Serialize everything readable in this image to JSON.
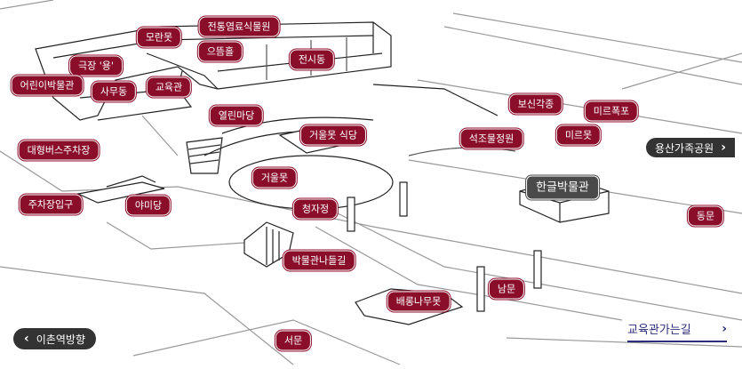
{
  "locations": {
    "moranmot": "모란못",
    "traditional_dye_garden": "전통염료식물원",
    "theater_yong": "극장 '용'",
    "eutteumteul": "으뜸홀",
    "exhibition_hall": "전시동",
    "childrens_museum": "어린이박물관",
    "office_building": "사무동",
    "education_hall": "교육관",
    "open_plaza": "열린마당",
    "mirror_pond_restaurant": "거울못 식당",
    "bosin_pavilion": "보신각종",
    "mir_waterfall": "미르폭포",
    "stone_garden": "석조물정원",
    "mir_pond": "미르못",
    "bus_parking": "대형버스주차장",
    "mirror_pond": "거울못",
    "parking_entrance": "주차장입구",
    "yamidang": "야미당",
    "cheongjajeong": "청자정",
    "hangeul_museum": "한글박물관",
    "east_gate": "동문",
    "museum_trail": "박물관나들길",
    "south_gate": "남문",
    "baerong_pond": "배롱나무못",
    "west_gate": "서문"
  },
  "nav": {
    "yongsan_park": "용산가족공원",
    "ichon_station": "이촌역방향",
    "education_route": "교육관가는길"
  },
  "colors": {
    "pin": "#8a0d2a",
    "dark_pin": "#4a4a4a",
    "nav_bg": "#333333",
    "link": "#2d2d7a"
  }
}
